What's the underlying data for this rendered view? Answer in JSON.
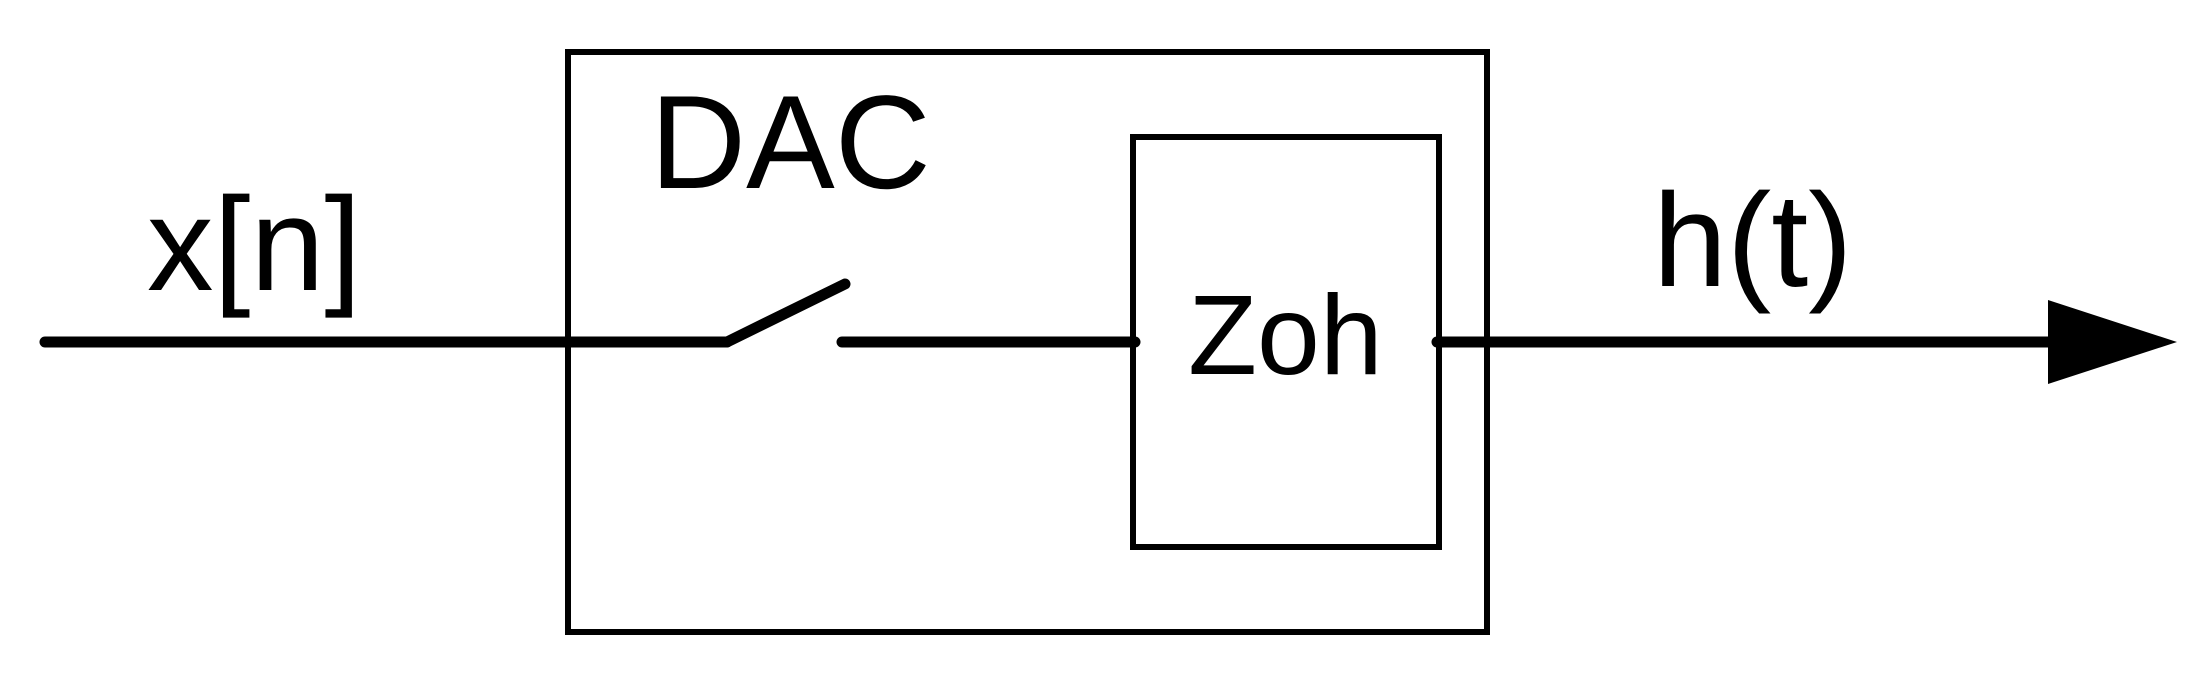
{
  "labels": {
    "input": "x[n]",
    "dac": "DAC",
    "zoh": "Zoh",
    "output": "h(t)"
  },
  "colors": {
    "stroke": "#000000",
    "background": "#ffffff"
  }
}
